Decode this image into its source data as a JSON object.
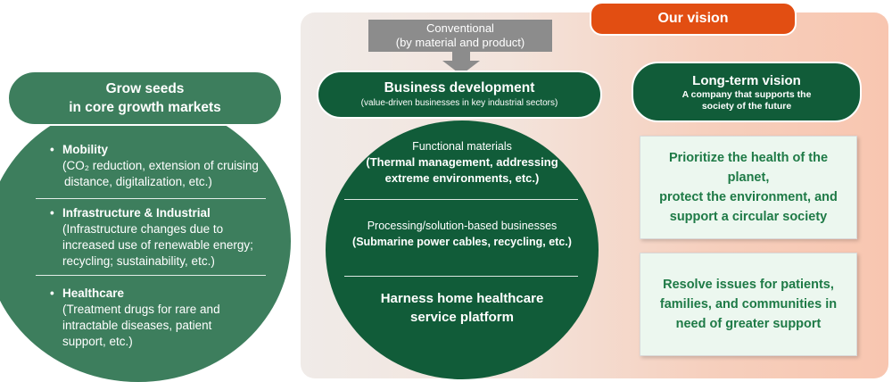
{
  "conventional": {
    "line1": "Conventional",
    "line2": "(by material and product)"
  },
  "vision": {
    "label": "Our vision"
  },
  "left": {
    "title_line1": "Grow seeds",
    "title_line2": "in core growth markets",
    "items": [
      {
        "title": "Mobility",
        "lines": [
          "(CO₂ reduction, extension of cruising",
          "distance, digitalization, etc.)"
        ]
      },
      {
        "title": "Infrastructure & Industrial",
        "lines": [
          "(Infrastructure changes due to",
          "increased use of renewable energy;",
          "recycling; sustainability, etc.)"
        ]
      },
      {
        "title": "Healthcare",
        "lines": [
          "(Treatment drugs for rare and",
          "intractable diseases, patient",
          "support, etc.)"
        ]
      }
    ]
  },
  "middle": {
    "title": "Business development",
    "subtitle": "(value-driven businesses in key industrial sectors)",
    "sections": [
      {
        "heading": "Functional materials",
        "line1": "(Thermal management, addressing",
        "line2": "extreme environments, etc.)"
      },
      {
        "heading": "Processing/solution-based businesses",
        "line1": "(Submarine power cables, recycling, etc.)"
      },
      {
        "line1": "Harness home healthcare",
        "line2": "service platform"
      }
    ]
  },
  "longterm": {
    "title": "Long-term vision",
    "sub_line1": "A company that supports the",
    "sub_line2": "society of the future"
  },
  "boxes": [
    {
      "lines": [
        "Prioritize the health of the",
        "planet,",
        "protect the environment, and",
        "support a circular society"
      ]
    },
    {
      "lines": [
        "Resolve issues for patients,",
        "families, and communities in",
        "need of greater support"
      ]
    }
  ],
  "colors": {
    "dark_green": "#115c39",
    "mid_green": "#3d7e5d",
    "orange": "#e24e12",
    "gray": "#8c8c8c",
    "box_text": "#1e7a46"
  }
}
